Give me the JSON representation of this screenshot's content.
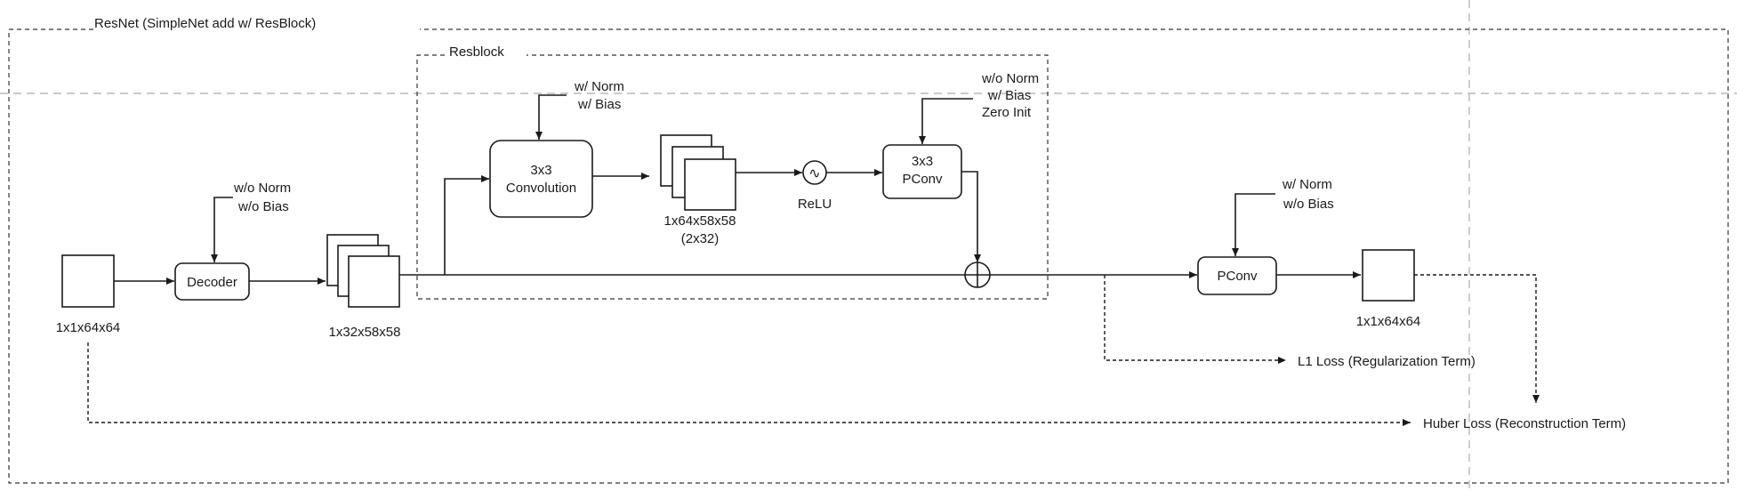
{
  "outer": {
    "title": "ResNet (SimpleNet add w/ ResBlock)"
  },
  "resblock": {
    "title": "Resblock"
  },
  "input": {
    "shape": "1x1x64x64"
  },
  "decoder": {
    "label": "Decoder",
    "note": [
      "w/o Norm",
      "w/o Bias"
    ]
  },
  "decoded": {
    "shape": "1x32x58x58"
  },
  "conv": {
    "label": [
      "3x3",
      "Convolution"
    ],
    "note": [
      "w/ Norm",
      "w/ Bias"
    ]
  },
  "conv_out": {
    "shape": "1x64x58x58",
    "detail": "(2x32)"
  },
  "relu": {
    "label": "ReLU",
    "glyph": "∿"
  },
  "pconv_inner": {
    "label": [
      "3x3",
      "PConv"
    ],
    "note": [
      "w/o Norm",
      "w/ Bias",
      "Zero Init"
    ]
  },
  "pconv_outer": {
    "label": "PConv",
    "note": [
      "w/ Norm",
      "w/o Bias"
    ]
  },
  "output": {
    "shape": "1x1x64x64"
  },
  "losses": {
    "l1": "L1 Loss (Regularization Term)",
    "huber": "Huber Loss (Reconstruction Term)"
  }
}
